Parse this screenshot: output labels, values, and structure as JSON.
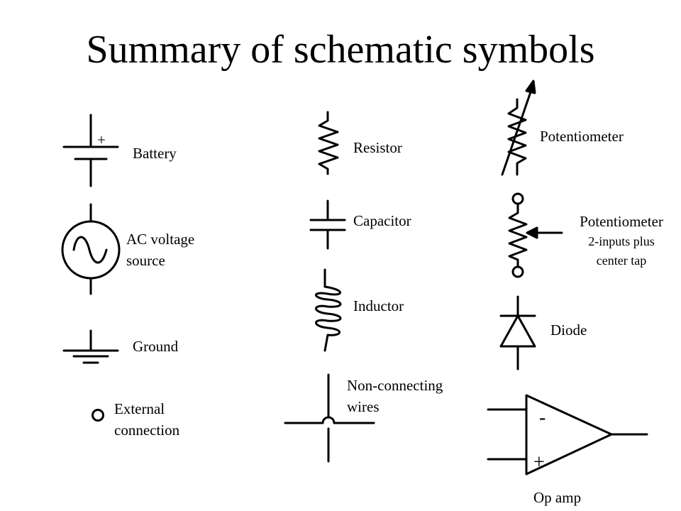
{
  "title": "Summary of schematic symbols",
  "labels": {
    "battery": "Battery",
    "battery_plus": "+",
    "ac_source_line1": "AC voltage",
    "ac_source_line2": "source",
    "ground": "Ground",
    "external_line1": "External",
    "external_line2": "connection",
    "resistor": "Resistor",
    "capacitor": "Capacitor",
    "inductor": "Inductor",
    "nonconnecting_line1": "Non-connecting",
    "nonconnecting_line2": "wires",
    "potentiometer": "Potentiometer",
    "potentiometer_tap": "Potentiometer",
    "potentiometer_tap_sub1": "2-inputs plus",
    "potentiometer_tap_sub2": "center tap",
    "diode": "Diode",
    "opamp": "Op amp",
    "opamp_minus": "-",
    "opamp_plus": "+"
  },
  "colors": {
    "ink": "#000000",
    "background": "#ffffff"
  }
}
